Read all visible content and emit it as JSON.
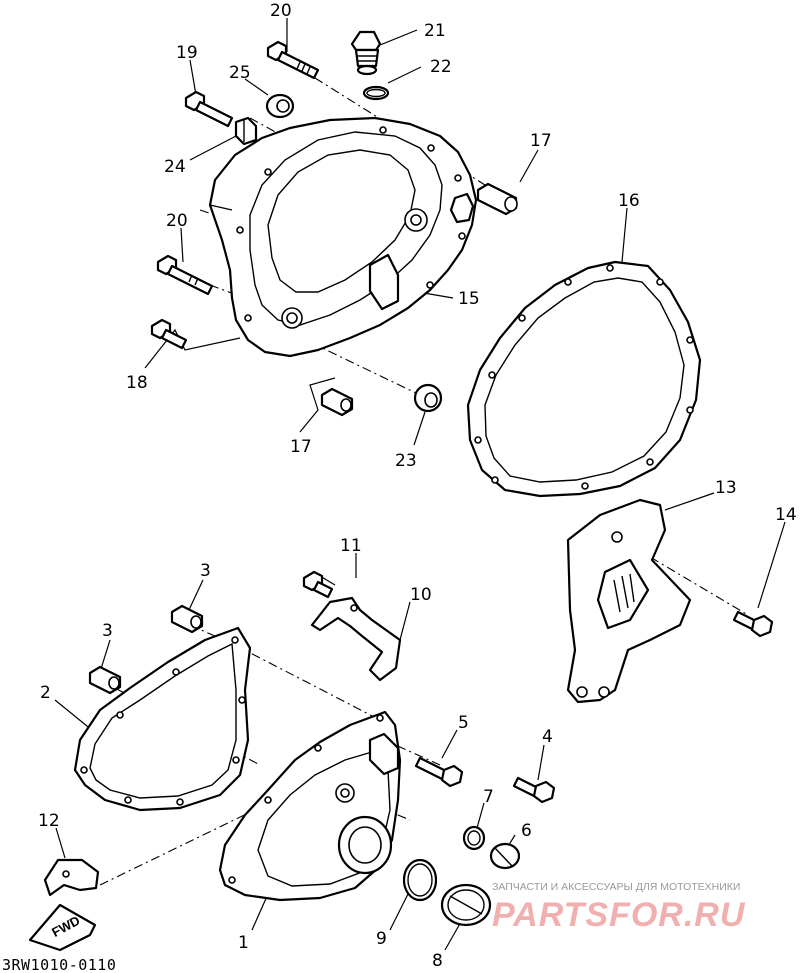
{
  "diagram": {
    "drawing_code": "3RW1010-0110",
    "fwd_label": "FWD",
    "callouts": {
      "c1": "1",
      "c2": "2",
      "c3a": "3",
      "c3b": "3",
      "c4": "4",
      "c5": "5",
      "c6": "6",
      "c7": "7",
      "c8": "8",
      "c9": "9",
      "c10": "10",
      "c11": "11",
      "c12": "12",
      "c13": "13",
      "c14": "14",
      "c15": "15",
      "c16": "16",
      "c17a": "17",
      "c17b": "17",
      "c18": "18",
      "c19": "19",
      "c20a": "20",
      "c20b": "20",
      "c21": "21",
      "c22": "22",
      "c23": "23",
      "c24": "24",
      "c25": "25"
    }
  },
  "watermark": {
    "caption": "ЗАПЧАСТИ И АКСЕССУАРЫ ДЛЯ МОТОТЕХНИКИ",
    "logo_text": "PARTSFOR.RU"
  }
}
